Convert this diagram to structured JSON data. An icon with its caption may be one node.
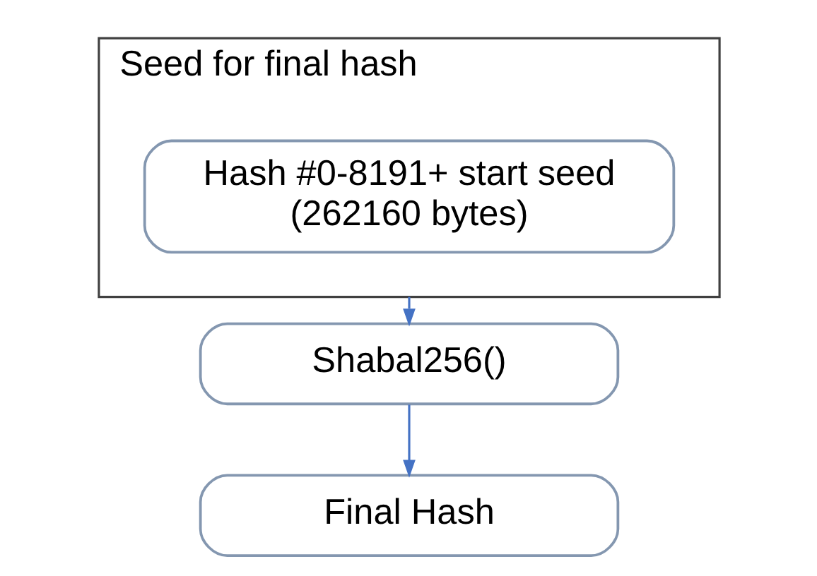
{
  "diagram": {
    "nodes": [
      {
        "text": [
          "Seed for final hash"
        ]
      },
      {
        "text": [
          "Hash #0-8191+ start seed (262160 bytes)"
        ],
        "in": 0
      },
      {
        "text": [
          "Shabal256()"
        ]
      },
      {
        "text": [
          "Final Hash"
        ]
      }
    ],
    "edges": [
      {
        "from": 0,
        "to": 2,
        "arrow": "to"
      },
      {
        "from": 2,
        "to": 3,
        "arrow": "to"
      }
    ]
  }
}
